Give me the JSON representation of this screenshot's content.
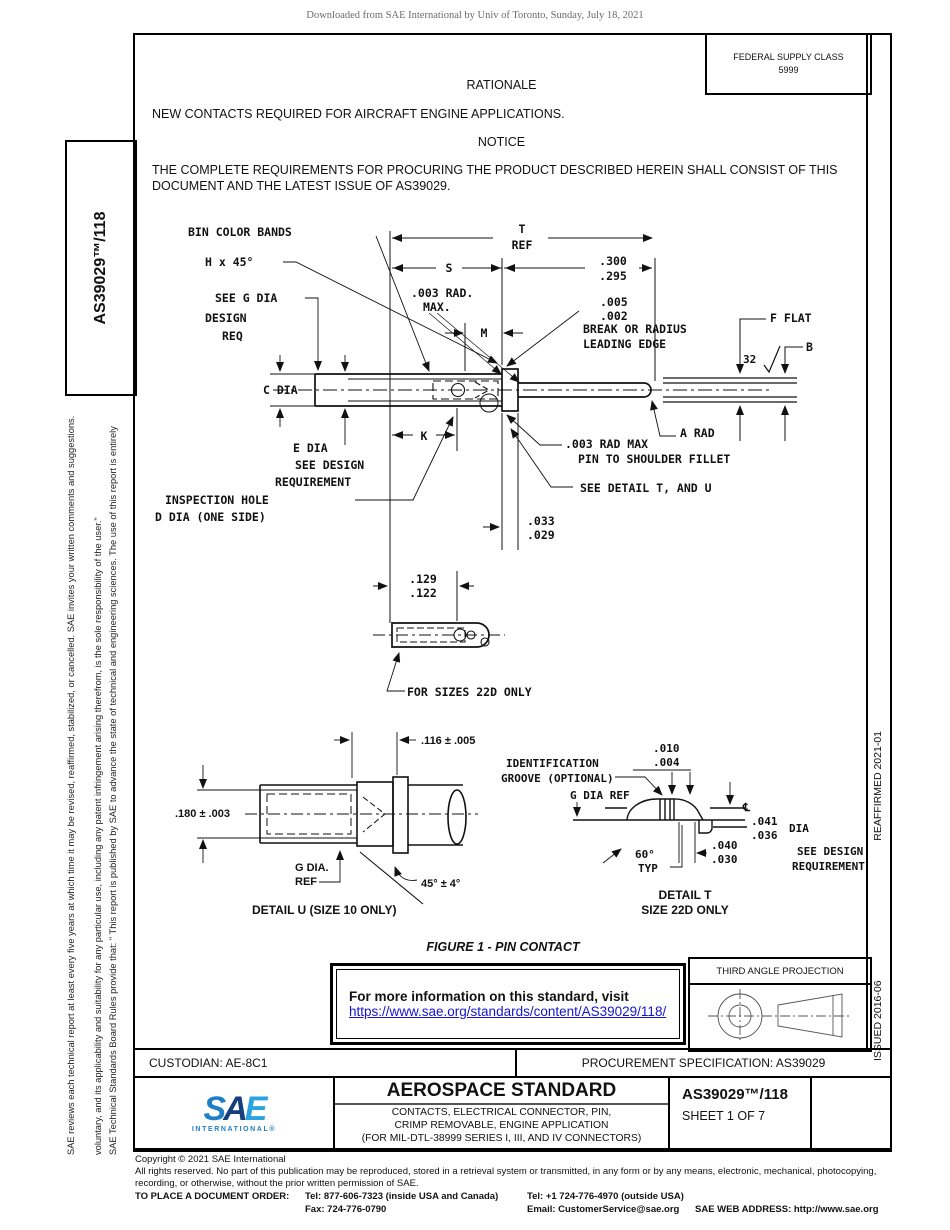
{
  "header_note": "Downloaded from SAE International by Univ of Toronto, Sunday, July 18, 2021",
  "fsc_box": {
    "line1": "FEDERAL SUPPLY CLASS",
    "line2": "5999"
  },
  "rationale_heading": "RATIONALE",
  "rationale_text": "NEW CONTACTS REQUIRED FOR AIRCRAFT ENGINE APPLICATIONS.",
  "notice_heading": "NOTICE",
  "notice_text": "THE COMPLETE REQUIREMENTS FOR PROCURING THE PRODUCT DESCRIBED HEREIN SHALL CONSIST OF THIS DOCUMENT AND THE LATEST ISSUE OF AS39029.",
  "left_tab": {
    "doc_number": "AS39029™/118"
  },
  "left_margin": {
    "line1": "SAE Technical Standards Board Rules provide that: \" This report is published by SAE to advance the state of technical and engineering sciences. The use of this report is entirely",
    "line2": "voluntary, and its applicability and suitability for any particular use, including any patent infringement arising therefrom, is the sole responsibility of the user.\"",
    "line3": "SAE reviews each technical report at least every five years at which time it may be revised, reaffirmed, stabilized, or cancelled. SAE invites your written comments and suggestions."
  },
  "right_margin": {
    "issued": "ISSUED 2016-06",
    "reaffirmed": "REAFFIRMED 2021-01"
  },
  "figure": {
    "caption": "FIGURE 1 - PIN CONTACT",
    "labels": {
      "bin": "BIN COLOR BANDS",
      "h45": "H x 45°",
      "seeg1": "SEE G DIA",
      "seeg2": "DESIGN",
      "seeg3": "REQ",
      "cdia": "C DIA",
      "edia1": "E DIA",
      "edia2": "SEE DESIGN",
      "edia3": "REQUIREMENT",
      "insp1": "INSPECTION HOLE",
      "insp2": "D DIA (ONE SIDE)",
      "rad1": ".003 RAD.",
      "rad2": "MAX.",
      "t": "T",
      "ref": "REF",
      "s": "S",
      "d300": ".300",
      "d295": ".295",
      "d005": ".005",
      "d002": ".002",
      "brk1": "BREAK OR RADIUS",
      "brk2": "LEADING EDGE",
      "m": "M",
      "fflat": "F FLAT",
      "b": "B",
      "f32": "32",
      "arad": "A RAD",
      "fil1": ".003 RAD MAX",
      "fil2": "PIN TO SHOULDER FILLET",
      "sdet": "SEE DETAIL T, AND U",
      "k": "K",
      "d033": ".033",
      "d029": ".029",
      "d129": ".129",
      "d122": ".122",
      "fs22": "FOR SIZES 22D ONLY",
      "d116": ".116 ± .005",
      "d180": ".180 ± .003",
      "gdia1": "G DIA.",
      "gdia2": "REF",
      "a45": "45° ± 4°",
      "du": "DETAIL U (SIZE 10 ONLY)",
      "id1": "IDENTIFICATION",
      "id2": "GROOVE (OPTIONAL)",
      "gdiat": "G DIA REF",
      "d010": ".010",
      "d004": ".004",
      "cl": "℄",
      "d041": ".041",
      "d036": ".036",
      "dia": "DIA",
      "sd1": "SEE DESIGN",
      "sd2": "REQUIREMENT",
      "d040": ".040",
      "d030": ".030",
      "deg60": "60°",
      "typ": "TYP",
      "dt1": "DETAIL T",
      "dt2": "SIZE 22D ONLY"
    }
  },
  "info_box": {
    "text": "For more information on this standard, visit",
    "link": "https://www.sae.org/standards/content/AS39029/118/"
  },
  "projection_box": {
    "title": "THIRD ANGLE PROJECTION"
  },
  "custodian_row": {
    "custodian": "CUSTODIAN: AE-8C1",
    "procurement": "PROCUREMENT SPECIFICATION: AS39029"
  },
  "title_block": {
    "logo_text": "SAE",
    "logo_s": "S",
    "logo_a": "A",
    "logo_e": "E",
    "logo_sub": "INTERNATIONAL®",
    "heading": "AEROSPACE STANDARD",
    "subtitle1": "CONTACTS, ELECTRICAL CONNECTOR, PIN,",
    "subtitle2": "CRIMP REMOVABLE, ENGINE APPLICATION",
    "subtitle3": "(FOR MIL-DTL-38999 SERIES I, III, AND IV CONNECTORS)",
    "doc_number": "AS39029™/118",
    "sheet": "SHEET 1 OF 7"
  },
  "footer": {
    "copyright": "Copyright © 2021 SAE International",
    "rights": "All rights reserved. No part of this publication may be reproduced, stored in a retrieval system or transmitted, in any form or by any means, electronic, mechanical, photocopying, recording, or otherwise, without the prior written permission of SAE.",
    "order_label": "TO PLACE A DOCUMENT ORDER:",
    "tel1": "Tel: 877-606-7323 (inside USA and Canada)",
    "tel2": "Tel: +1 724-776-4970 (outside USA)",
    "fax": "Fax: 724-776-0790",
    "email": "Email: CustomerService@sae.org",
    "web": "SAE WEB ADDRESS: http://www.sae.org"
  },
  "colors": {
    "link_blue": "#1515d0",
    "sae_blue": "#1f7fc6",
    "sae_navy": "#143f7d",
    "sae_light_blue": "#2aa3e0"
  }
}
